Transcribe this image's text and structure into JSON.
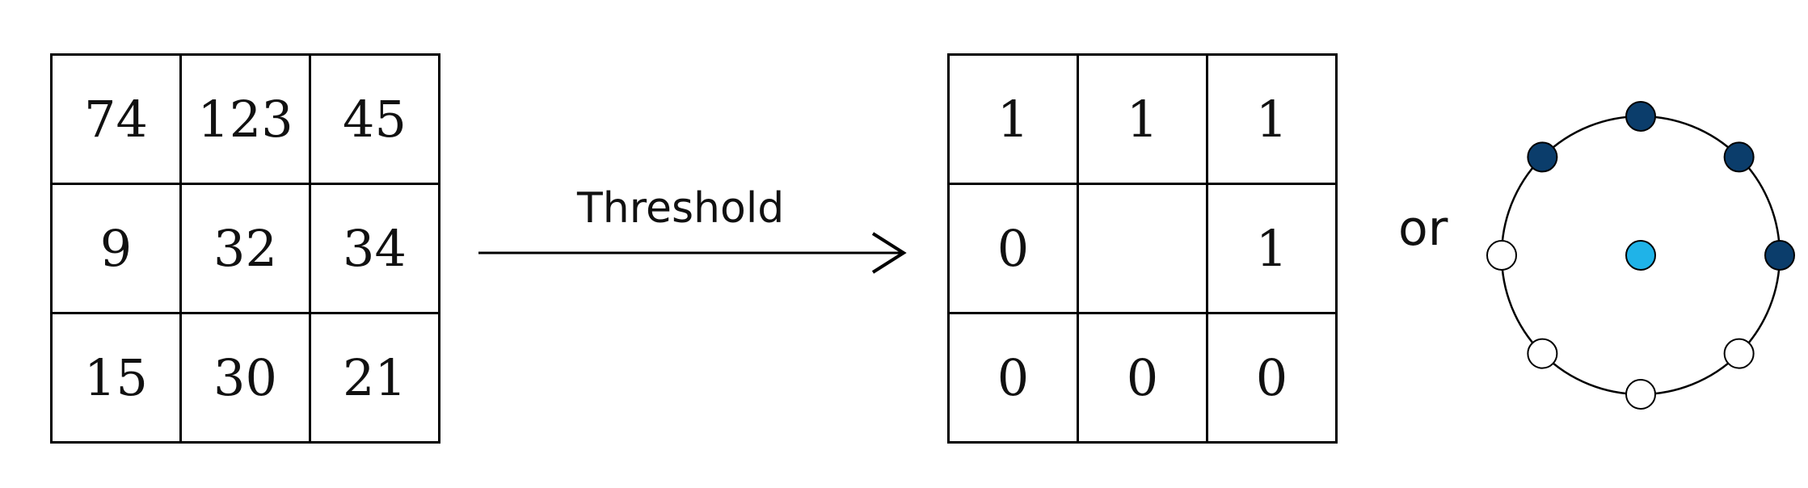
{
  "input_grid": {
    "rows": [
      [
        "74",
        "123",
        "45"
      ],
      [
        "9",
        "32",
        "34"
      ],
      [
        "15",
        "30",
        "21"
      ]
    ]
  },
  "arrow": {
    "label": "Threshold"
  },
  "binary_grid": {
    "rows": [
      [
        "1",
        "1",
        "1"
      ],
      [
        "0",
        "",
        "1"
      ],
      [
        "0",
        "0",
        "0"
      ]
    ]
  },
  "connector": {
    "label": "or"
  },
  "circle_pattern": {
    "neighbors": [
      {
        "position": "top-left",
        "bit": 1
      },
      {
        "position": "top",
        "bit": 1
      },
      {
        "position": "top-right",
        "bit": 1
      },
      {
        "position": "right",
        "bit": 1
      },
      {
        "position": "bottom-right",
        "bit": 0
      },
      {
        "position": "bottom",
        "bit": 0
      },
      {
        "position": "bottom-left",
        "bit": 0
      },
      {
        "position": "left",
        "bit": 0
      }
    ],
    "colors": {
      "active": "#0b3d6b",
      "inactive": "#ffffff",
      "center": "#1fb3e8"
    }
  }
}
